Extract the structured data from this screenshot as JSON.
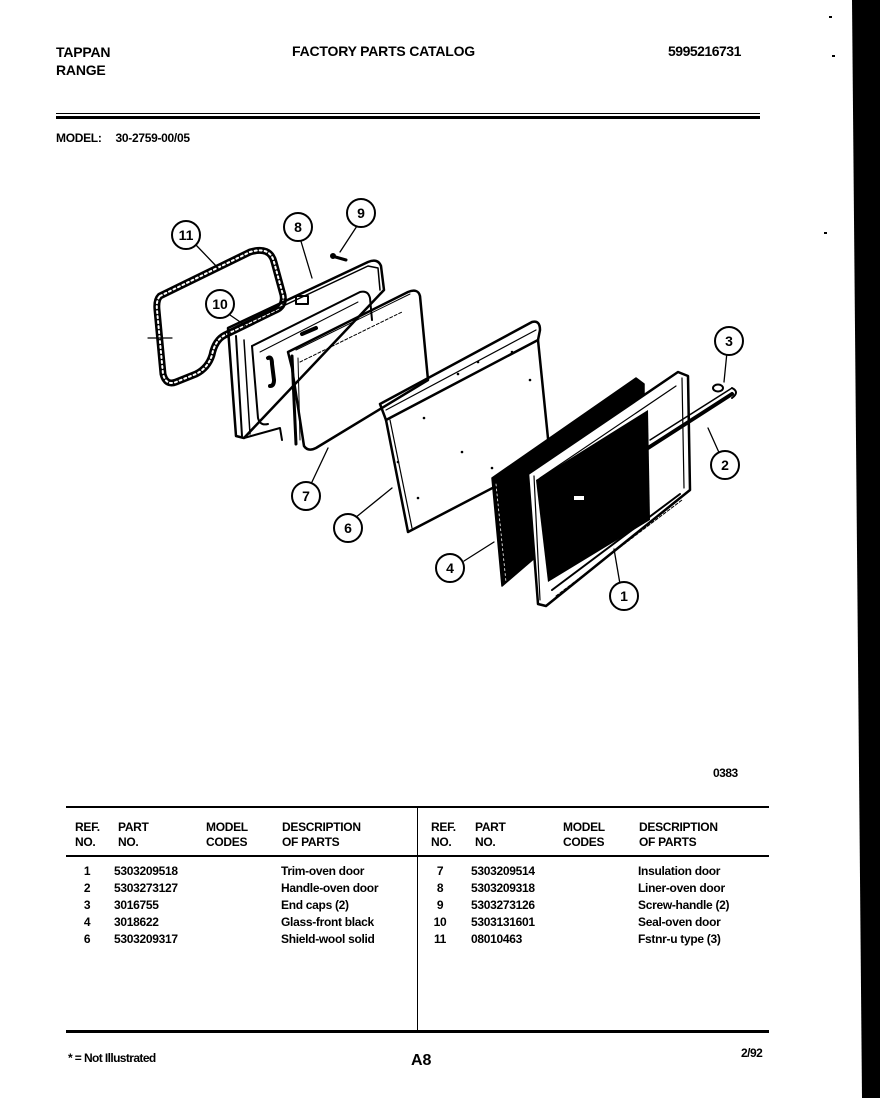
{
  "header": {
    "brand_line1": "TAPPAN",
    "brand_line2": "RANGE",
    "title": "FACTORY PARTS CATALOG",
    "document_number": "5995216731"
  },
  "model": {
    "label": "MODEL:",
    "value": "30-2759-00/05"
  },
  "diagram": {
    "code": "0383",
    "callouts": [
      "1",
      "2",
      "3",
      "4",
      "6",
      "7",
      "8",
      "9",
      "10",
      "11"
    ]
  },
  "table": {
    "headers": {
      "ref_line1": "REF.",
      "ref_line2": "NO.",
      "part_line1": "PART",
      "part_line2": "NO.",
      "model_line1": "MODEL",
      "model_line2": "CODES",
      "desc_line1": "DESCRIPTION",
      "desc_line2": "OF PARTS"
    },
    "left_rows": [
      {
        "ref": "1",
        "part": "5303209518",
        "codes": "",
        "description": "Trim-oven door"
      },
      {
        "ref": "2",
        "part": "5303273127",
        "codes": "",
        "description": "Handle-oven door"
      },
      {
        "ref": "3",
        "part": "3016755",
        "codes": "",
        "description": "End caps (2)"
      },
      {
        "ref": "4",
        "part": "3018622",
        "codes": "",
        "description": "Glass-front black"
      },
      {
        "ref": "6",
        "part": "5303209317",
        "codes": "",
        "description": "Shield-wool solid"
      }
    ],
    "right_rows": [
      {
        "ref": "7",
        "part": "5303209514",
        "codes": "",
        "description": "Insulation door"
      },
      {
        "ref": "8",
        "part": "5303209318",
        "codes": "",
        "description": "Liner-oven door"
      },
      {
        "ref": "9",
        "part": "5303273126",
        "codes": "",
        "description": "Screw-handle (2)"
      },
      {
        "ref": "10",
        "part": "5303131601",
        "codes": "",
        "description": "Seal-oven door"
      },
      {
        "ref": "11",
        "part": "08010463",
        "codes": "",
        "description": "Fstnr-u type (3)"
      }
    ]
  },
  "footer": {
    "footnote": "* = Not Illustrated",
    "page": "A8",
    "date": "2/92"
  }
}
